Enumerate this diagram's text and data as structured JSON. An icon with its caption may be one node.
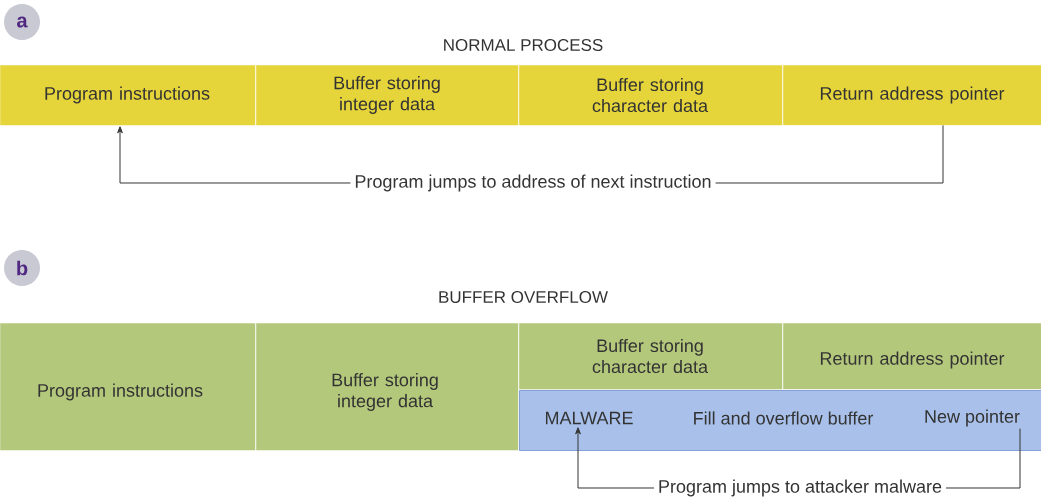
{
  "diagram": {
    "nodes": [
      {
        "text": [
          "a"
        ]
      },
      {
        "text": [
          "Program instructions"
        ]
      },
      {
        "text": [
          "Buffer storing integer data"
        ]
      },
      {
        "text": [
          "Buffer storing character data"
        ]
      },
      {
        "text": [
          "Return address pointer"
        ]
      },
      {
        "text": [
          "b"
        ]
      },
      {
        "text": [
          "Program instructions"
        ]
      },
      {
        "text": [
          "Buffer storing integer data"
        ]
      },
      {
        "text": [
          "Buffer storing character data"
        ]
      },
      {
        "text": [
          "Return address pointer"
        ]
      },
      {
        "text": [],
        "shape": "bar"
      },
      {
        "text": [
          "MALWARE"
        ],
        "in": 10
      },
      {
        "text": [
          "Fill and overflow buffer"
        ],
        "in": 10
      },
      {
        "text": [
          "New pointer"
        ],
        "in": 10
      }
    ],
    "edges": [
      {
        "from": 4,
        "to": 1,
        "arrow": "to",
        "label": "Program jumps to address of next instruction"
      },
      {
        "from": 13,
        "to": 11,
        "arrow": "to",
        "label": "Program jumps to attacker malware"
      }
    ],
    "labels": [
      "NORMAL PROCESS",
      "BUFFER OVERFLOW"
    ]
  }
}
